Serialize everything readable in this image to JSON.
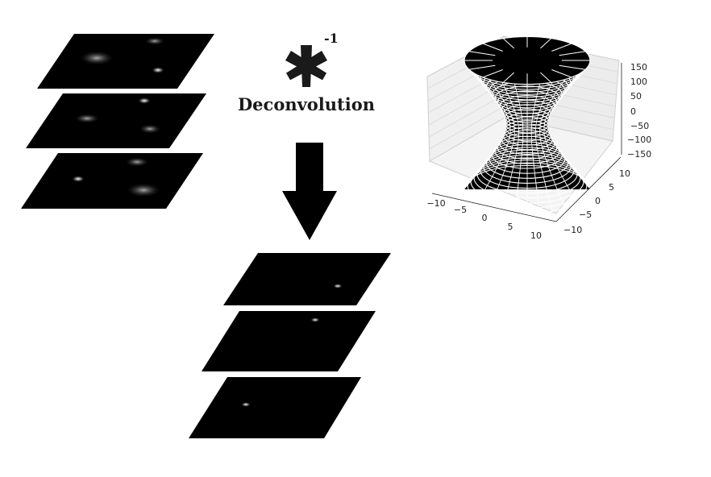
{
  "operator": {
    "symbol": "*",
    "superscript": "-1",
    "label": "Deconvolution"
  },
  "psf_plot": {
    "x_ticks": [
      "−10",
      "−5",
      "0",
      "5",
      "10"
    ],
    "y_ticks": [
      "10",
      "5",
      "0",
      "−5",
      "−10"
    ],
    "z_ticks": [
      "150",
      "100",
      "50",
      "0",
      "−50",
      "−100",
      "−150"
    ]
  },
  "colors": {
    "slice": "#000000",
    "arrow": "#000000",
    "surface_band": "#ffffff"
  },
  "icons": {
    "arrow": "down-arrow-icon",
    "operator": "asterisk-icon"
  }
}
